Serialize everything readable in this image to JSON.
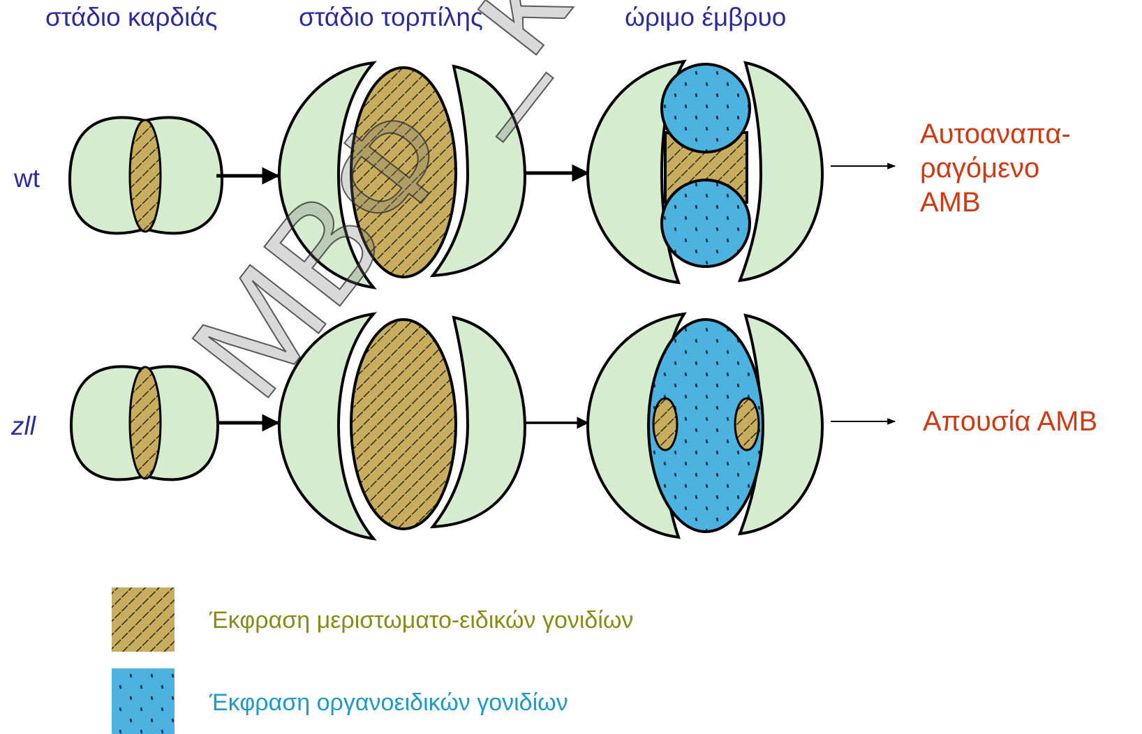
{
  "stages": {
    "heart": "στάδιο καρδιάς",
    "torpedo": "στάδιο τορπίλης",
    "mature": "ώριμο έμβρυο"
  },
  "rows": {
    "wt": "wt",
    "zll": "zll"
  },
  "outcomes": {
    "wt_lines": [
      "Αυτοαναπα-",
      "ραγόμενο",
      "ΑΜΒ"
    ],
    "zll": "Απουσία ΑΜΒ"
  },
  "legend": {
    "meristem": "Έκφραση μεριστωματο-ειδικών γονιδίων",
    "organ": "Έκφραση οργανοειδικών γονιδίων"
  },
  "watermark": "ΜΒΦ _κ. Χαρααμπίδ",
  "colors": {
    "embryo_fill": "#d6ecce",
    "meristem_fill": "#c8ad5e",
    "organ_fill": "#4cb3e0",
    "stage_text": "#2b2b9e",
    "outcome_text": "#d03a12",
    "meristem_legend_text": "#8a8a16",
    "organ_legend_text": "#1c9ac8"
  }
}
